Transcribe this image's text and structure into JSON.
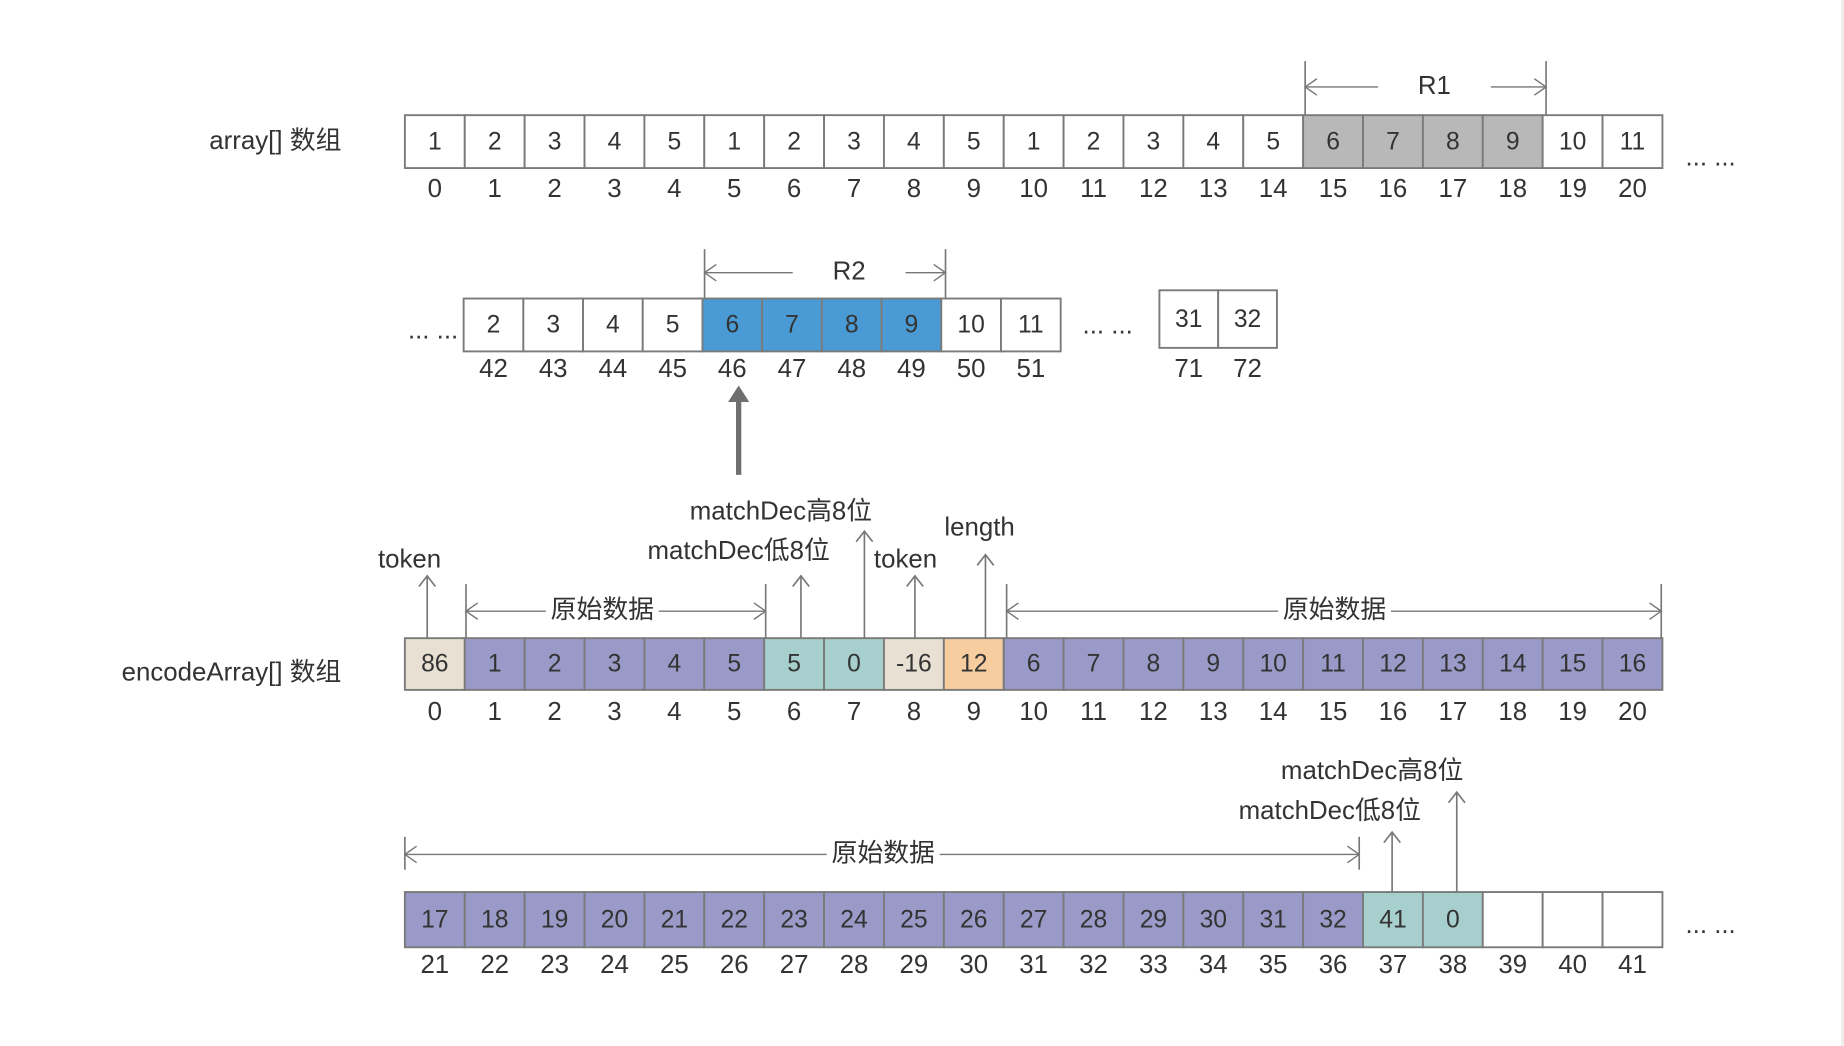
{
  "colors": {
    "border": "#7a7a7a",
    "white": "#ffffff",
    "gray": "#b8b8b8",
    "blue": "#4a9bd5",
    "purple": "#9a9ac8",
    "teal": "#a7cfcd",
    "beige": "#e8e1d3",
    "orange": "#f7cda0",
    "arrow": "#777777"
  },
  "labels": {
    "array": "array[] 数组",
    "encodeArray": "encodeArray[] 数组",
    "ellipsis": "... ...",
    "r1": "R1",
    "r2": "R2",
    "raw_data": "原始数据",
    "token": "token",
    "length": "length",
    "match_low": "matchDec低8位",
    "match_high": "matchDec高8位"
  },
  "array_row1": {
    "values": [
      "1",
      "2",
      "3",
      "4",
      "5",
      "1",
      "2",
      "3",
      "4",
      "5",
      "1",
      "2",
      "3",
      "4",
      "5",
      "6",
      "7",
      "8",
      "9",
      "10",
      "11"
    ],
    "indices": [
      "0",
      "1",
      "2",
      "3",
      "4",
      "5",
      "6",
      "7",
      "8",
      "9",
      "10",
      "11",
      "12",
      "13",
      "14",
      "15",
      "16",
      "17",
      "18",
      "19",
      "20"
    ],
    "fills": [
      "white",
      "white",
      "white",
      "white",
      "white",
      "white",
      "white",
      "white",
      "white",
      "white",
      "white",
      "white",
      "white",
      "white",
      "white",
      "gray",
      "gray",
      "gray",
      "gray",
      "white",
      "white"
    ]
  },
  "array_row2": {
    "values": [
      "2",
      "3",
      "4",
      "5",
      "6",
      "7",
      "8",
      "9",
      "10",
      "11"
    ],
    "indices": [
      "42",
      "43",
      "44",
      "45",
      "46",
      "47",
      "48",
      "49",
      "50",
      "51"
    ],
    "fills": [
      "white",
      "white",
      "white",
      "white",
      "blue",
      "blue",
      "blue",
      "blue",
      "white",
      "white"
    ]
  },
  "array_row2_tail": {
    "values": [
      "31",
      "32"
    ],
    "indices": [
      "71",
      "72"
    ]
  },
  "encode_row1": {
    "values": [
      "86",
      "1",
      "2",
      "3",
      "4",
      "5",
      "5",
      "0",
      "-16",
      "12",
      "6",
      "7",
      "8",
      "9",
      "10",
      "11",
      "12",
      "13",
      "14",
      "15",
      "16"
    ],
    "indices": [
      "0",
      "1",
      "2",
      "3",
      "4",
      "5",
      "6",
      "7",
      "8",
      "9",
      "10",
      "11",
      "12",
      "13",
      "14",
      "15",
      "16",
      "17",
      "18",
      "19",
      "20"
    ],
    "fills": [
      "beige",
      "purple",
      "purple",
      "purple",
      "purple",
      "purple",
      "teal",
      "teal",
      "beige",
      "orange",
      "purple",
      "purple",
      "purple",
      "purple",
      "purple",
      "purple",
      "purple",
      "purple",
      "purple",
      "purple",
      "purple"
    ]
  },
  "encode_row2": {
    "values": [
      "17",
      "18",
      "19",
      "20",
      "21",
      "22",
      "23",
      "24",
      "25",
      "26",
      "27",
      "28",
      "29",
      "30",
      "31",
      "32",
      "41",
      "0",
      "",
      "",
      ""
    ],
    "indices": [
      "21",
      "22",
      "23",
      "24",
      "25",
      "26",
      "27",
      "28",
      "29",
      "30",
      "31",
      "32",
      "33",
      "34",
      "35",
      "36",
      "37",
      "38",
      "39",
      "40",
      "41"
    ],
    "fills": [
      "purple",
      "purple",
      "purple",
      "purple",
      "purple",
      "purple",
      "purple",
      "purple",
      "purple",
      "purple",
      "purple",
      "purple",
      "purple",
      "purple",
      "purple",
      "purple",
      "teal",
      "teal",
      "white",
      "white",
      "white"
    ]
  }
}
